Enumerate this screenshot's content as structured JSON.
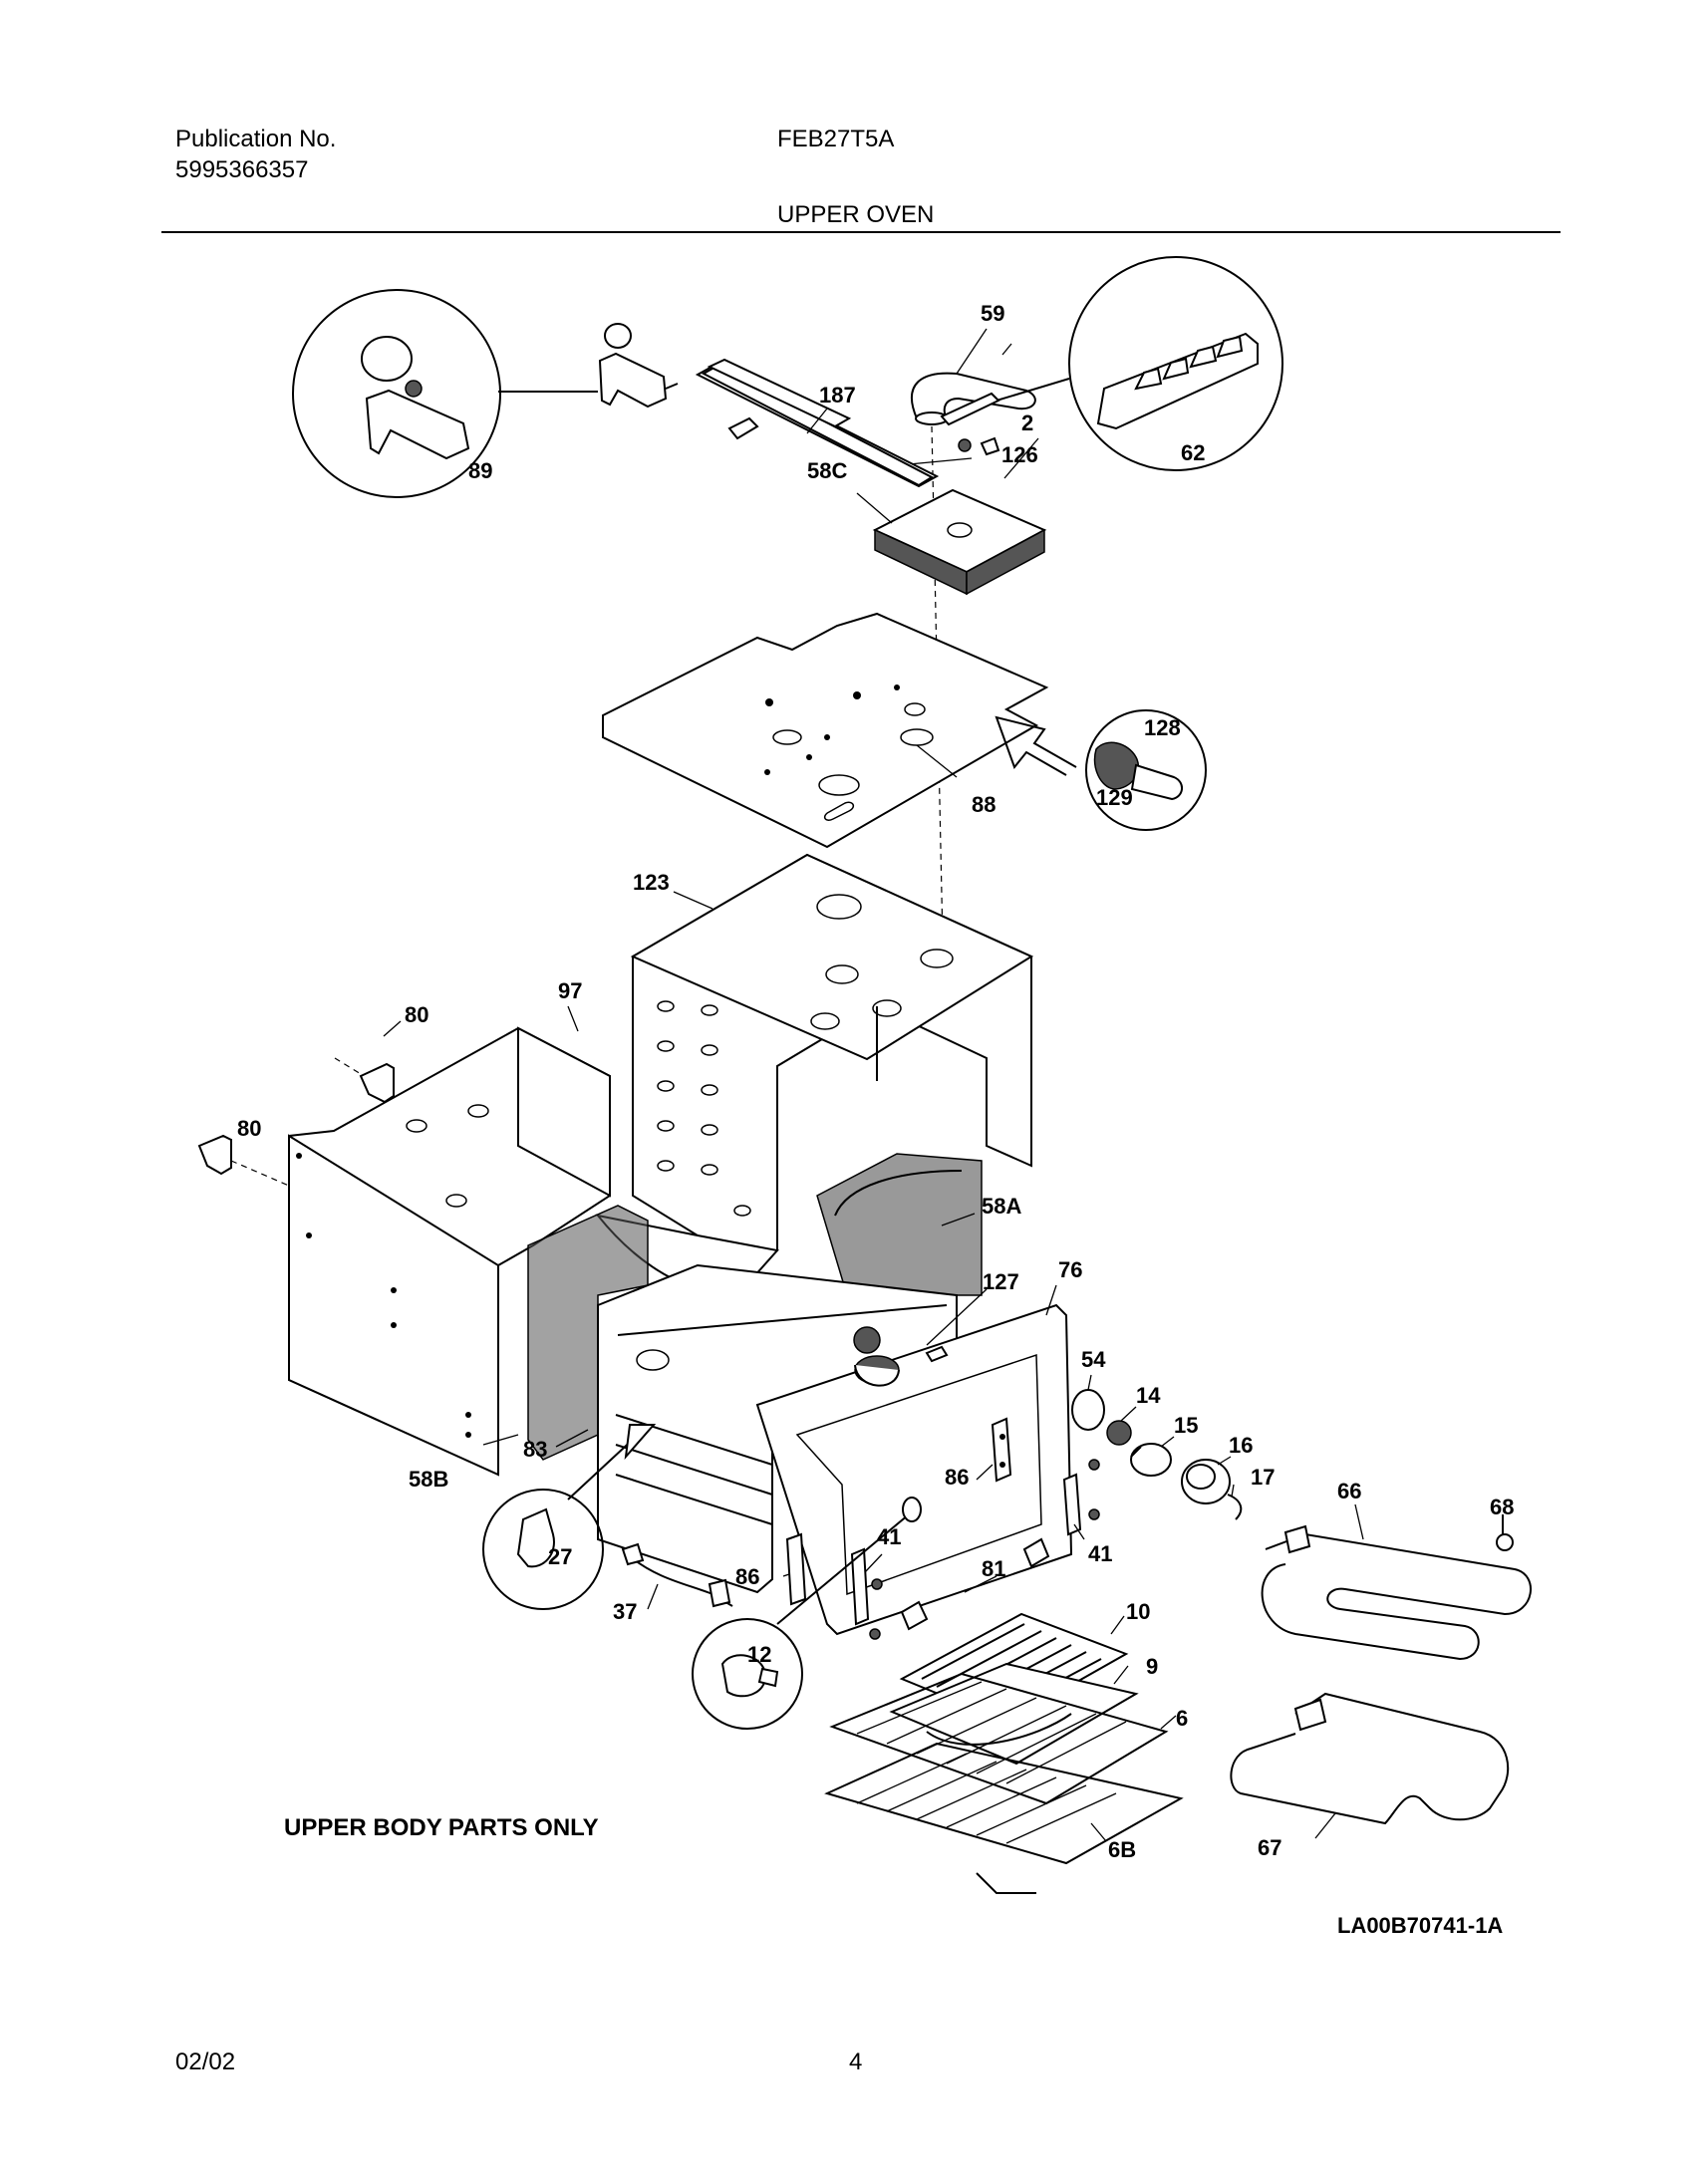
{
  "header": {
    "publication_label": "Publication No.",
    "publication_number": "5995366357",
    "model": "FEB27T5A",
    "section_title": "UPPER OVEN"
  },
  "diagram": {
    "callouts": {
      "c59": "59",
      "c126": "126",
      "c58C": "58C",
      "c62": "62",
      "c89": "89",
      "c187": "187",
      "c2": "2",
      "c128": "128",
      "c129": "129",
      "c88": "88",
      "c123": "123",
      "c97": "97",
      "c80a": "80",
      "c80b": "80",
      "c58A": "58A",
      "c76": "76",
      "c127": "127",
      "c54": "54",
      "c14": "14",
      "c15": "15",
      "c16": "16",
      "c17": "17",
      "c66": "66",
      "c68": "68",
      "c58B": "58B",
      "c83": "83",
      "c86a": "86",
      "c86b": "86",
      "c41a": "41",
      "c41b": "41",
      "c27": "27",
      "c37": "37",
      "c81": "81",
      "c10": "10",
      "c12": "12",
      "c9": "9",
      "c6": "6",
      "c6B": "6B",
      "c67": "67"
    },
    "note": "UPPER BODY PARTS ONLY",
    "drawing_number": "LA00B70741-1A"
  },
  "footer": {
    "date": "02/02",
    "page_number": "4"
  }
}
